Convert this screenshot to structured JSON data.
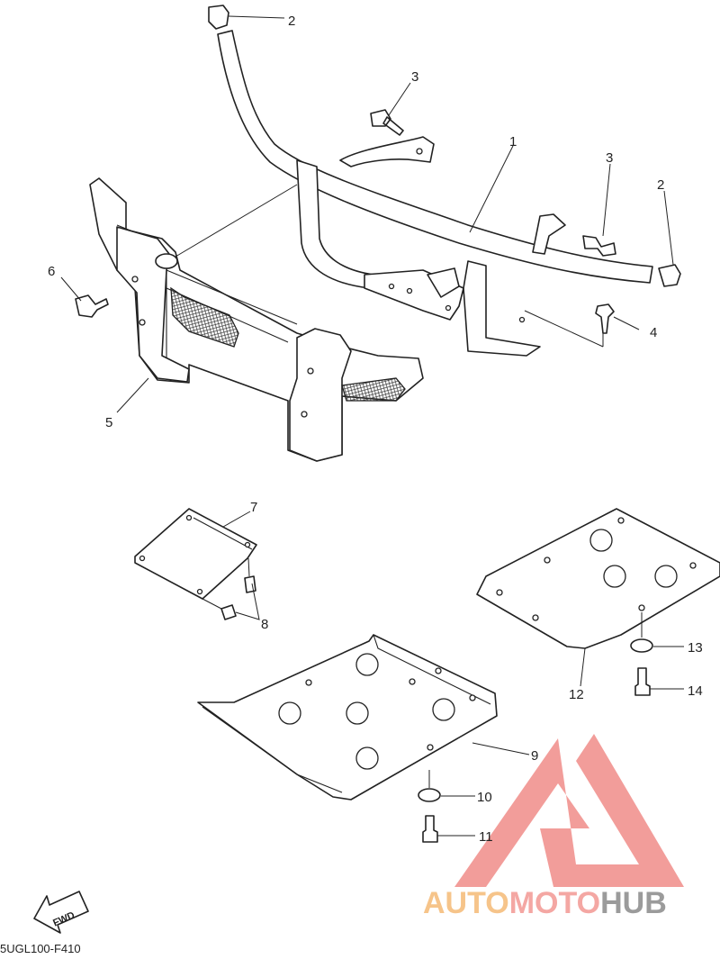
{
  "diagram": {
    "callouts": [
      {
        "id": "c2a",
        "label": "2"
      },
      {
        "id": "c3a",
        "label": "3"
      },
      {
        "id": "c1",
        "label": "1"
      },
      {
        "id": "c3b",
        "label": "3"
      },
      {
        "id": "c2b",
        "label": "2"
      },
      {
        "id": "c6",
        "label": "6"
      },
      {
        "id": "c4",
        "label": "4"
      },
      {
        "id": "c5",
        "label": "5"
      },
      {
        "id": "c7",
        "label": "7"
      },
      {
        "id": "c8",
        "label": "8"
      },
      {
        "id": "c13",
        "label": "13"
      },
      {
        "id": "c12",
        "label": "12"
      },
      {
        "id": "c14",
        "label": "14"
      },
      {
        "id": "c9",
        "label": "9"
      },
      {
        "id": "c10",
        "label": "10"
      },
      {
        "id": "c11",
        "label": "11"
      }
    ],
    "fwd_label": "FWD",
    "drawing_code": "5UGL100-F410"
  },
  "watermark": {
    "parts": [
      "AUTO",
      "MOTO",
      "HUB"
    ],
    "colors": {
      "auto": "#f6c48a",
      "moto": "#f4a7a3",
      "hub": "#9b9b9b",
      "logo": "#f08c88"
    }
  }
}
